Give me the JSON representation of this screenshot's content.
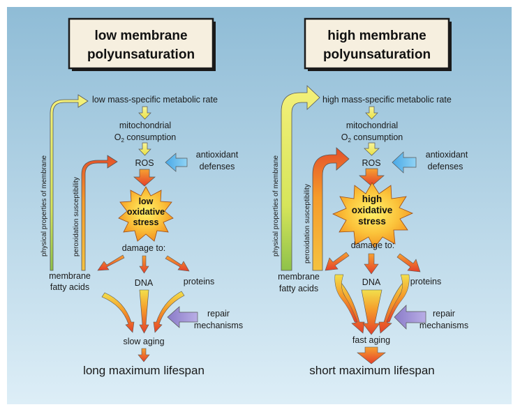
{
  "left_panel": {
    "title_line1": "low membrane",
    "title_line2": "polyunsaturation",
    "metabolic_rate": "low mass-specific metabolic rate",
    "mito_line1": "mitochondrial",
    "mito_o": "O",
    "mito_sub": "2",
    "mito_rest": " consumption",
    "ros": "ROS",
    "antioxidant_line1": "antioxidant",
    "antioxidant_line2": "defenses",
    "stress_line1": "low",
    "stress_line2": "oxidative",
    "stress_line3": "stress",
    "damage": "damage to:",
    "membrane_line1": "membrane",
    "membrane_line2": "fatty acids",
    "dna": "DNA",
    "proteins": "proteins",
    "repair_line1": "repair",
    "repair_line2": "mechanisms",
    "aging": "slow aging",
    "lifespan": "long maximum lifespan",
    "vertical_physical": "physical properties of membrane",
    "vertical_peroxidation": "peroxidation susceptibility"
  },
  "right_panel": {
    "title_line1": "high membrane",
    "title_line2": "polyunsaturation",
    "metabolic_rate": "high mass-specific metabolic rate",
    "mito_line1": "mitochondrial",
    "mito_o": "O",
    "mito_sub": "2",
    "mito_rest": " consumption",
    "ros": "ROS",
    "antioxidant_line1": "antioxidant",
    "antioxidant_line2": "defenses",
    "stress_line1": "high",
    "stress_line2": "oxidative",
    "stress_line3": "stress",
    "damage": "damage to:",
    "membrane_line1": "membrane",
    "membrane_line2": "fatty acids",
    "dna": "DNA",
    "proteins": "proteins",
    "repair_line1": "repair",
    "repair_line2": "mechanisms",
    "aging": "fast aging",
    "lifespan": "short maximum lifespan",
    "vertical_physical": "physical properties of membrane",
    "vertical_peroxidation": "peroxidation susceptibility"
  },
  "colors": {
    "background_top": "#8fbcd6",
    "background_bottom": "#ddeef7",
    "arrow_yellow": "#f4f07a",
    "arrow_orange": "#f59b2a",
    "arrow_red": "#e4402a",
    "arrow_blue": "#49a8e6",
    "arrow_purple": "#8a7bc8",
    "star_center": "#fff36a",
    "star_edge": "#f08a1e",
    "vertical_bar_green": "#8fc24a"
  }
}
